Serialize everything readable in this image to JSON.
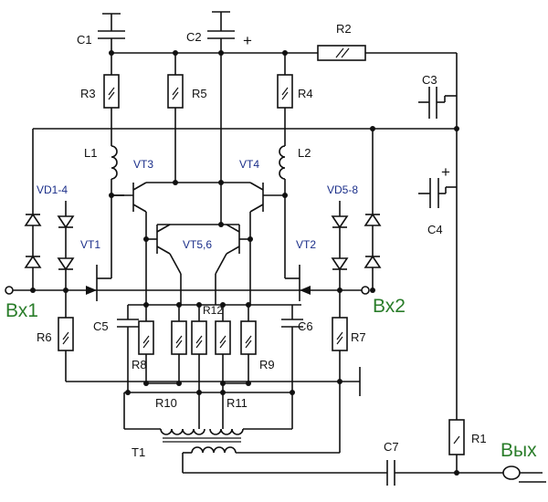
{
  "labels": {
    "c1": "C1",
    "c2": "C2",
    "c2_plus": "+",
    "r2": "R2",
    "c3": "C3",
    "c4": "C4",
    "c4_plus": "+",
    "r3": "R3",
    "r5": "R5",
    "r4": "R4",
    "l1": "L1",
    "l2": "L2",
    "vt3": "VT3",
    "vt4": "VT4",
    "vd14": "VD1-4",
    "vd58": "VD5-8",
    "vt1": "VT1",
    "vt2": "VT2",
    "vt56": "VT5,6",
    "in1": "Вх1",
    "in2": "Вх2",
    "r6": "R6",
    "r7": "R7",
    "c5": "C5",
    "c6": "C6",
    "r12": "R12",
    "r8": "R8",
    "r9": "R9",
    "r10": "R10",
    "r11": "R11",
    "t1": "T1",
    "c7": "C7",
    "r1": "R1",
    "out": "Вых"
  },
  "colors": {
    "wire": "#111111",
    "io_label": "#2a7d2a",
    "part_label": "#1b2f8a"
  }
}
